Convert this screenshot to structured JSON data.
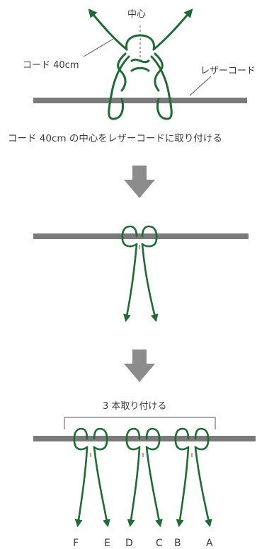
{
  "colors": {
    "cord": "#1e6b34",
    "laser_cord": "#7a7a7a",
    "process_arrow": "#8c8c8c",
    "text": "#3a3a3a",
    "background": "#ffffff"
  },
  "step1": {
    "center_label": "中心",
    "cord_label": "コード 40cm",
    "laser_cord_label": "レザーコード",
    "caption": "コード 40cm の中心をレザーコードに取り付ける"
  },
  "step3": {
    "bracket_label": "3 本取り付ける",
    "end_labels": [
      "F",
      "E",
      "D",
      "C",
      "B",
      "A"
    ]
  },
  "icons": {
    "process_arrow": "down-arrow-icon"
  }
}
